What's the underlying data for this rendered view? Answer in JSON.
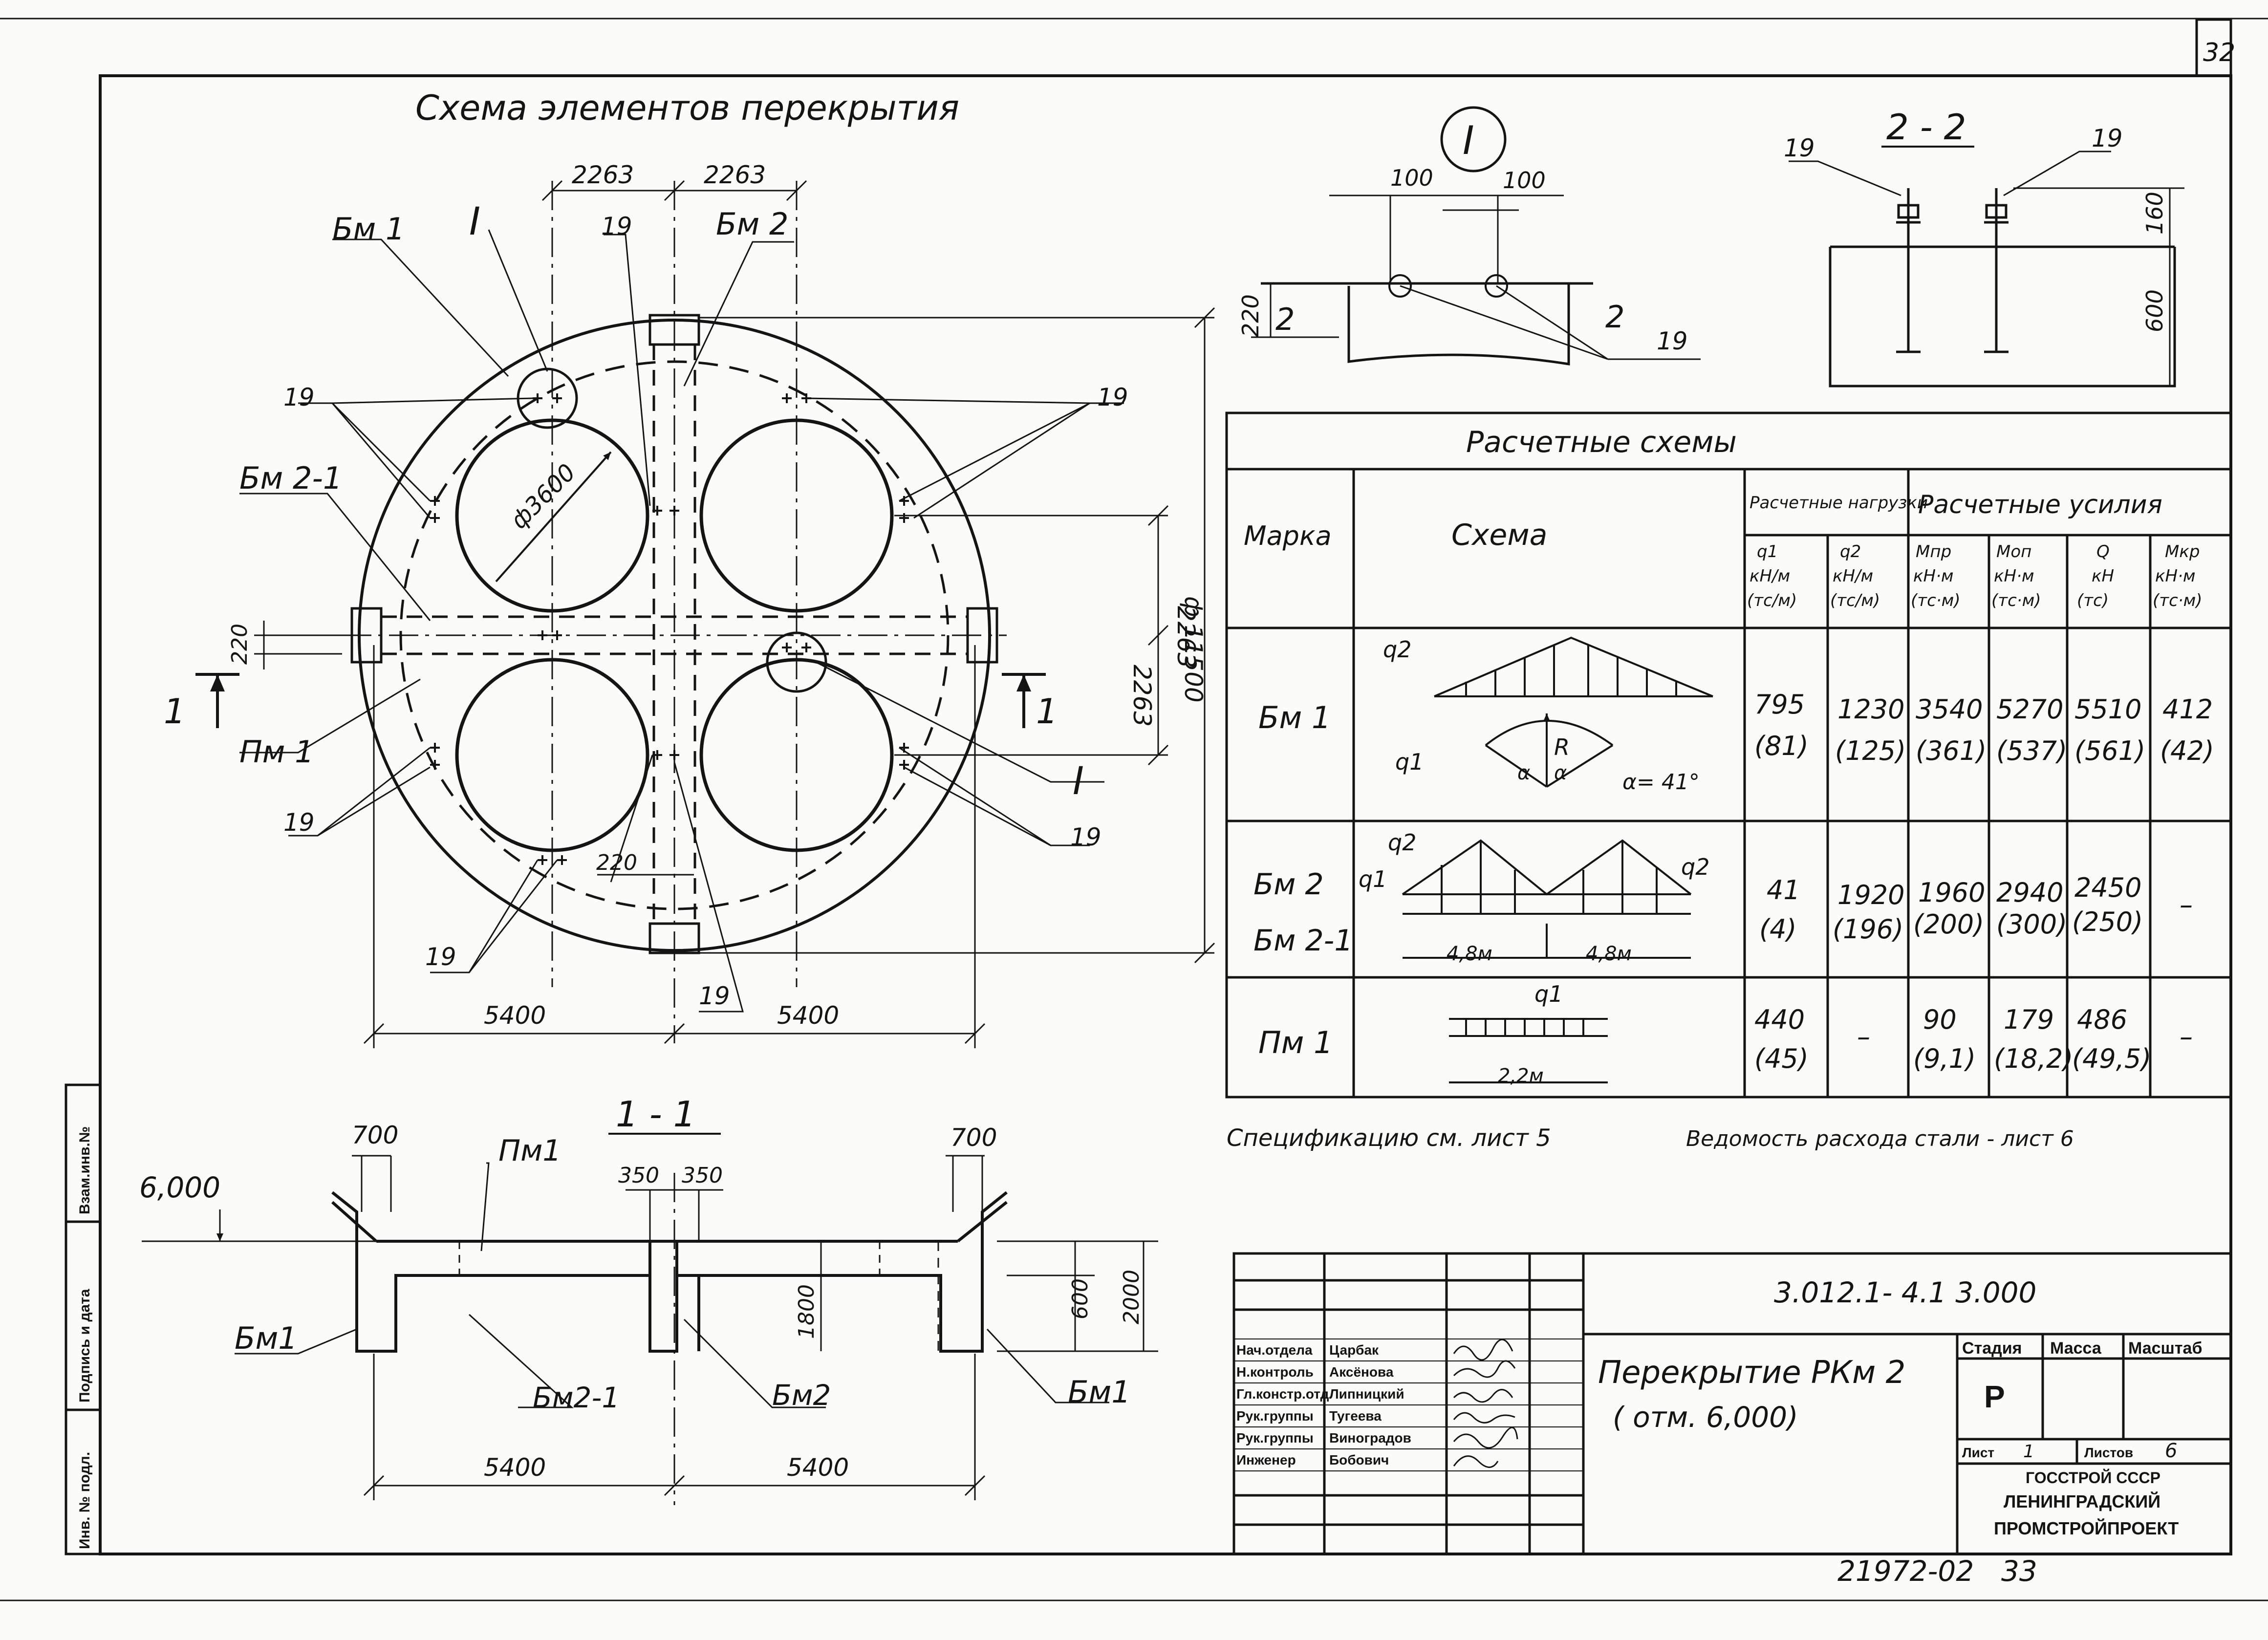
{
  "sheet_number": "32",
  "scheme": {
    "title": "Схема элементов перекрытия",
    "labels": {
      "bm1": "Бм 1",
      "bm2": "Бм 2",
      "bm2_1": "Бм 2-1",
      "pm1": "Пм 1",
      "detail_I": "I",
      "n19": "19",
      "sec1": "1",
      "d3600": "ф3600"
    },
    "dims": {
      "d2263": "2263",
      "d5400": "5400",
      "d220": "220",
      "d11500": "ф 11500"
    }
  },
  "detail_I": {
    "title": "I",
    "d100": "100",
    "d220": "220",
    "sec2": "2",
    "n19": "19"
  },
  "section_22": {
    "title": "2 - 2",
    "n19": "19",
    "d160": "160",
    "d600": "600"
  },
  "section_11": {
    "title": "1 - 1",
    "elev": "6,000",
    "pm1": "Пм1",
    "bm1": "Бм1",
    "bm2_1": "Бм2-1",
    "bm2": "Бм2",
    "d700": "700",
    "d350": "350",
    "d600": "600",
    "d2000": "2000",
    "d1800": "1800",
    "d5400": "5400"
  },
  "table": {
    "title": "Расчетные схемы",
    "col_mark": "Марка",
    "col_scheme": "Схема",
    "grp_loads": "Расчетные нагрузки",
    "grp_forces": "Расчетные усилия",
    "sub": [
      {
        "sym": "q1",
        "u1": "кН/м",
        "u2": "(тс/м)"
      },
      {
        "sym": "q2",
        "u1": "кН/м",
        "u2": "(тс/м)"
      },
      {
        "sym": "Мпр",
        "u1": "кН·м",
        "u2": "(тс·м)"
      },
      {
        "sym": "Моп",
        "u1": "кН·м",
        "u2": "(тс·м)"
      },
      {
        "sym": "Q",
        "u1": "кН",
        "u2": "(тс)"
      },
      {
        "sym": "Мкр",
        "u1": "кН·м",
        "u2": "(тс·м)"
      }
    ],
    "rows": [
      {
        "mark": "Бм 1",
        "vals": [
          [
            "795",
            "(81)"
          ],
          [
            "1230",
            "(125)"
          ],
          [
            "3540",
            "(361)"
          ],
          [
            "5270",
            "(537)"
          ],
          [
            "5510",
            "(561)"
          ],
          [
            "412",
            "(42)"
          ]
        ]
      },
      {
        "mark": "Бм 2",
        "mark2": "Бм 2-1",
        "vals": [
          [
            "41",
            "(4)"
          ],
          [
            "1920",
            "(196)"
          ],
          [
            "1960",
            "(200)"
          ],
          [
            "2940",
            "(300)"
          ],
          [
            "2450",
            "(250)"
          ],
          [
            "–",
            ""
          ]
        ]
      },
      {
        "mark": "Пм 1",
        "vals": [
          [
            "440",
            "(45)"
          ],
          [
            "–",
            ""
          ],
          [
            "90",
            "(9,1)"
          ],
          [
            "179",
            "(18,2)"
          ],
          [
            "486",
            "(49,5)"
          ],
          [
            "–",
            ""
          ]
        ]
      }
    ],
    "scheme_text": {
      "q1": "q1",
      "q2": "q2",
      "R": "R",
      "alpha": "α",
      "alpha_val": "α= 41°",
      "span": "4,8м",
      "span_p": "2,2м"
    }
  },
  "notes": {
    "spec": "Спецификацию см. лист   5",
    "steel": "Ведомость расхода стали - лист 6"
  },
  "titleblock": {
    "code": "3.012.1- 4.1 3.000",
    "name_line1": "Перекрытие  РКм 2",
    "name_line2": "( отм. 6,000)",
    "staff": [
      {
        "role": "Нач.отдела",
        "name": "Царбак"
      },
      {
        "role": "Н.контроль",
        "name": "Аксёнова"
      },
      {
        "role": "Гл.констр.отд",
        "name": "Липницкий"
      },
      {
        "role": "Рук.группы",
        "name": "Тугеева"
      },
      {
        "role": "Рук.группы",
        "name": "Виноградов"
      },
      {
        "role": "Инженер",
        "name": "Бобович"
      }
    ],
    "stage_h": "Стадия",
    "mass_h": "Масса",
    "scale_h": "Масштаб",
    "stage": "Р",
    "sheet": "Лист",
    "sheet_no": "1",
    "sheets": "Листов",
    "sheets_no": "6",
    "org1": "ГОССТРОЙ СССР",
    "org2": "ЛЕНИНГРАДСКИЙ",
    "org3": "ПРОМСТРОЙПРОЕКТ"
  },
  "margin": {
    "f1": "Инв. № подл.",
    "f2": "Подпись и дата",
    "f3": "Взам.инв.№"
  },
  "bottom": {
    "archive": "21972-02",
    "page": "33"
  }
}
